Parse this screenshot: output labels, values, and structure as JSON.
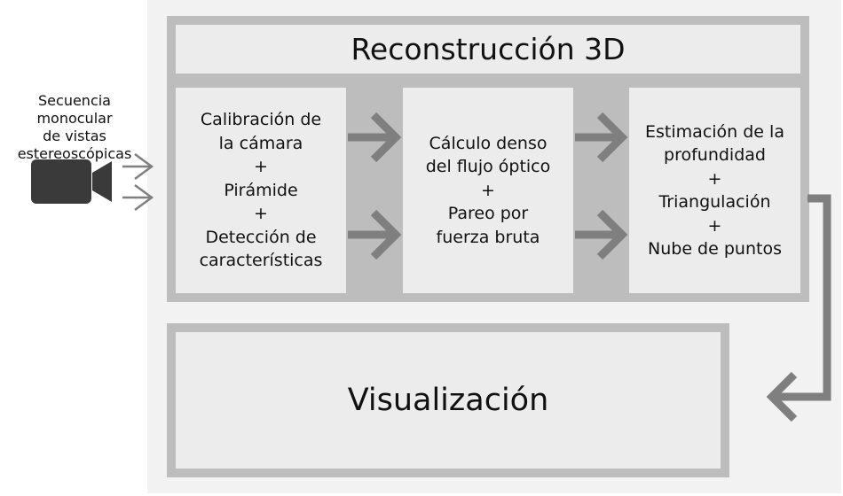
{
  "input_label": [
    "Secuencia monocular",
    "de vistas",
    "estereoscópicas"
  ],
  "reconstruction": {
    "title": "Reconstrucción 3D",
    "steps": [
      {
        "lines": [
          "Calibración de",
          "la cámara",
          "+",
          "Pirámide",
          "+",
          "Detección de",
          "características"
        ]
      },
      {
        "lines": [
          "Cálculo denso",
          "del flujo óptico",
          "+",
          "Pareo por",
          "fuerza bruta"
        ]
      },
      {
        "lines": [
          "Estimación de la",
          "profundidad",
          "+",
          "Triangulación",
          "+",
          "Nube de puntos"
        ]
      }
    ]
  },
  "visualization": {
    "title": "Visualización"
  },
  "colors": {
    "arrow": "#7f7f7f",
    "frame": "#bdbdbd",
    "box": "#ececec",
    "camera": "#3a3a3a"
  },
  "icons": {
    "camera": "video-camera-icon",
    "arrow": "arrow-right-icon"
  }
}
